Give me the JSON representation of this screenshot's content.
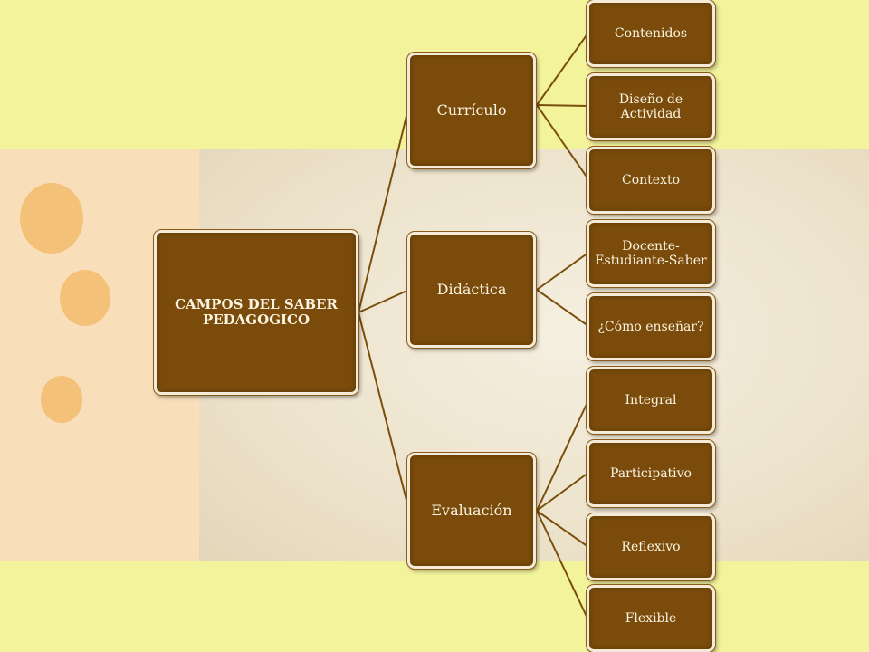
{
  "diagram": {
    "root": {
      "label": "CAMPOS DEL SABER PEDAGÓGICO"
    },
    "branches": [
      {
        "label": "Currículo",
        "children": [
          "Contenidos",
          "Diseño de Actividad",
          "Contexto"
        ]
      },
      {
        "label": "Didáctica",
        "children": [
          "Docente-Estudiante-Saber",
          "¿Cómo enseñar?"
        ]
      },
      {
        "label": "Evaluación",
        "children": [
          "Integral",
          "Participativo",
          "Reflexivo",
          "Flexible"
        ]
      }
    ]
  },
  "colors": {
    "node_fill": "#7a4b0a",
    "node_border": "#f4ecd8",
    "node_text": "#fbf4e2",
    "connector": "#7a4e0c",
    "background_yellow": "#f3f39c",
    "band_peach": "#f8dfba",
    "dot_orange": "#f3c177"
  }
}
